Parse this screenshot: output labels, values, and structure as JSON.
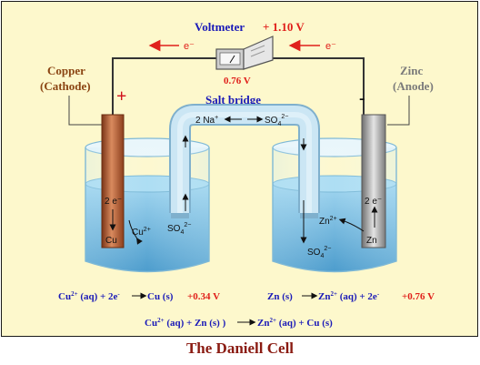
{
  "voltmeter": {
    "label": "Voltmeter",
    "reading_top": "+ 1.10 V",
    "display": "0.76 V"
  },
  "wire": {
    "electron_left": "e⁻",
    "electron_right": "e⁻"
  },
  "cathode": {
    "name": "Copper",
    "role": "(Cathode)",
    "sign": "+",
    "metal": "Cu",
    "electrons": "2 e⁻",
    "ion": "Cu",
    "ion_charge": "2+"
  },
  "anode": {
    "name": "Zinc",
    "role": "(Anode)",
    "sign": "-",
    "metal": "Zn",
    "electrons": "2 e⁻",
    "ion": "Zn",
    "ion_charge": "2+",
    "sulfate": "SO",
    "sulfate_sub": "4",
    "sulfate_charge": "2−"
  },
  "salt_bridge": {
    "label": "Salt bridge",
    "cation": "2 Na",
    "cation_charge": "+",
    "anion": "SO",
    "anion_sub": "4",
    "anion_charge": "2−",
    "left_sulfate": "SO",
    "left_sulfate_sub": "4",
    "left_sulfate_charge": "2−"
  },
  "equations": {
    "cathode": {
      "reactant": "Cu",
      "reactant_charge": "2+",
      "rest": " (aq) + 2e",
      "e_sup": "-",
      "product": "Cu (s)",
      "potential": "+0.34 V"
    },
    "anode": {
      "reactant": "Zn (s)",
      "product": "Zn",
      "product_charge": "2+",
      "rest": " (aq)  +  2e",
      "e_sup": "-",
      "potential": "+0.76 V"
    },
    "overall": {
      "a": "Cu",
      "a_charge": "2+",
      "b": " (aq) + Zn (s) )",
      "c": "Zn",
      "c_charge": "2+",
      "d": " (aq) + Cu (s)"
    }
  },
  "caption": "The Daniell Cell",
  "colors": {
    "background": "#fdf8cc",
    "wire": "#333333",
    "copper": "#b5603a",
    "zinc": "#a9a9a9",
    "solution": "#5fb0d8",
    "red_text": "#e0201b",
    "blue_text": "#1a1ab8",
    "caption": "#8a1b12"
  }
}
